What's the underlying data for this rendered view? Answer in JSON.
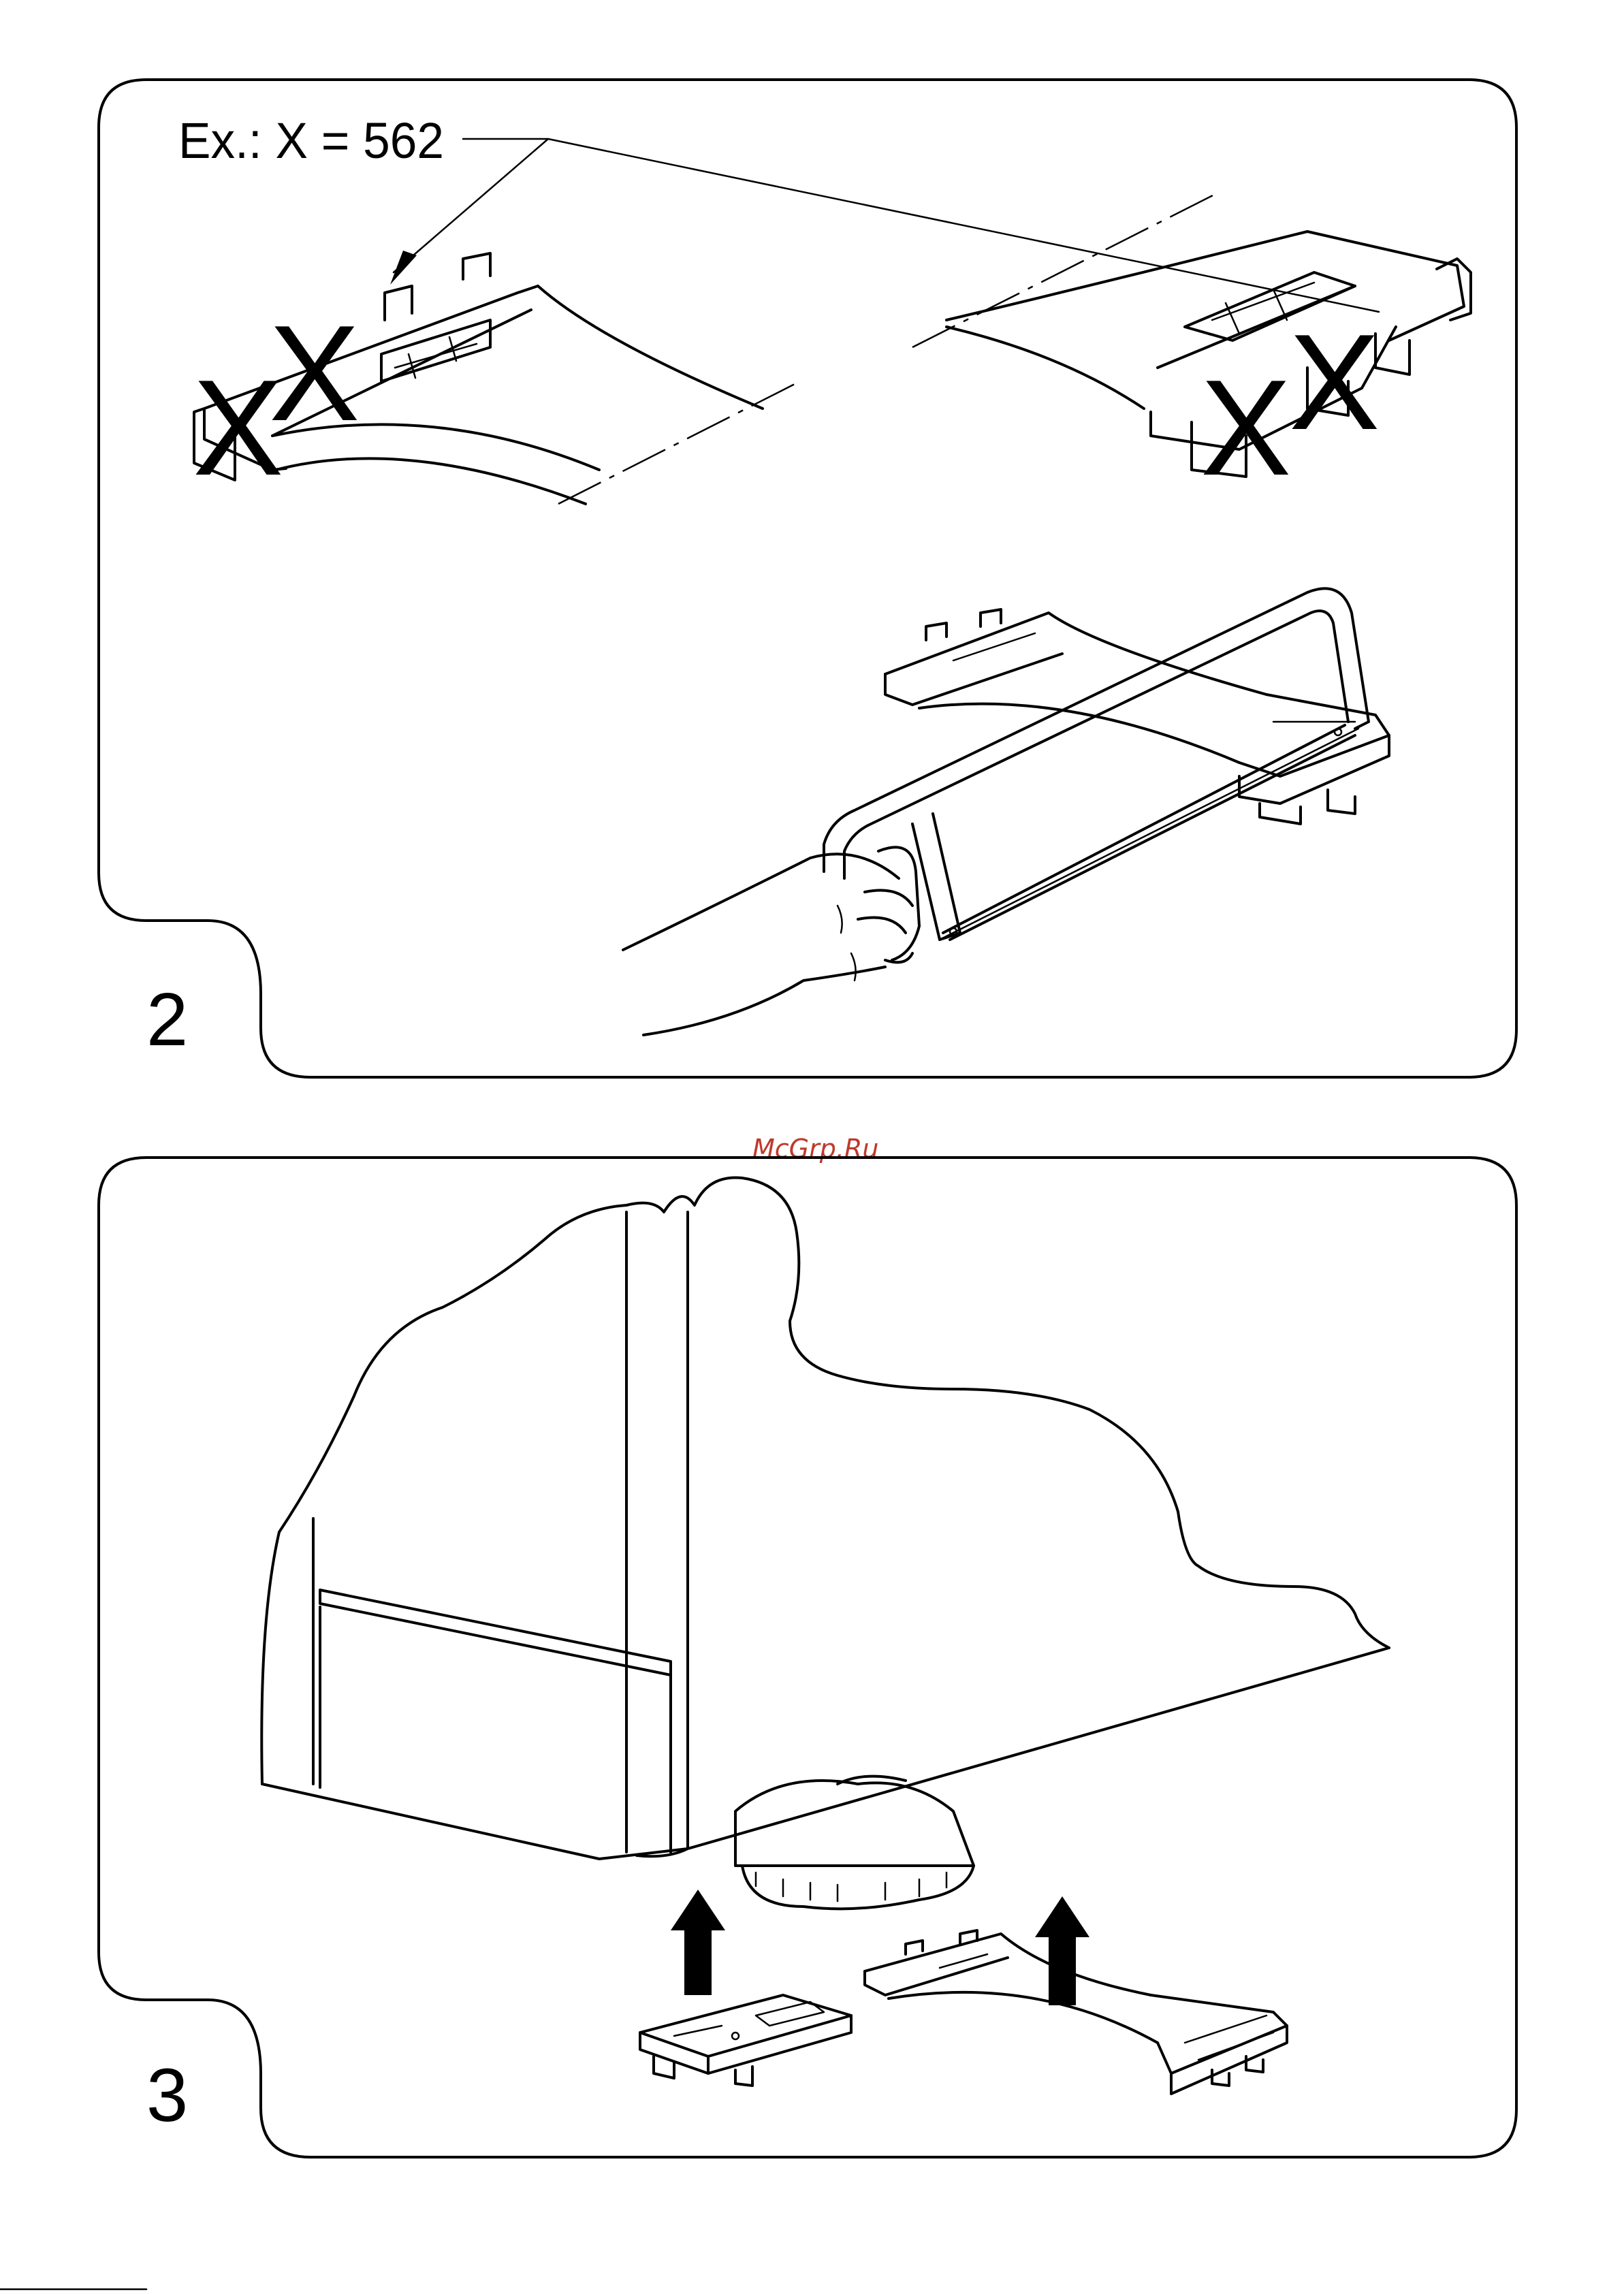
{
  "panel_2": {
    "step_number": "2",
    "callout": "Ex.: X = 562",
    "cut_marks": [
      "X",
      "X",
      "X",
      "X"
    ]
  },
  "panel_3": {
    "step_number": "3"
  },
  "watermark": "McGrp.Ru",
  "colors": {
    "ink": "#000000",
    "paper": "#ffffff",
    "watermark": "#c0392b"
  }
}
